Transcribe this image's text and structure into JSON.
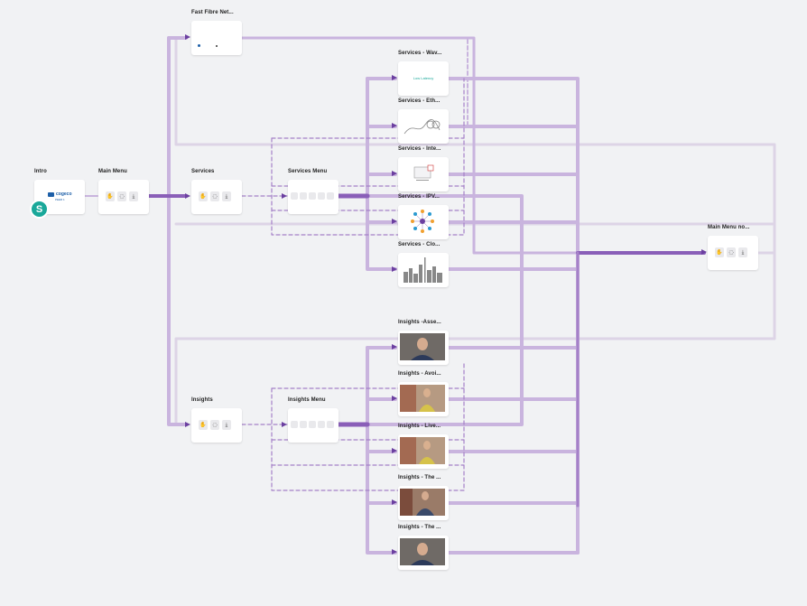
{
  "nodes": {
    "intro": {
      "title": "Intro",
      "logo_text": "cogeco",
      "sub_text": "PEER 1",
      "badge": "S"
    },
    "main_menu": {
      "title": "Main Menu"
    },
    "services": {
      "title": "Services"
    },
    "services_menu": {
      "title": "Services Menu"
    },
    "insights": {
      "title": "Insights"
    },
    "insights_menu": {
      "title": "Insights Menu"
    },
    "fast_fibre": {
      "title": "Fast Fibre Net..."
    },
    "services_wav": {
      "title": "Services - Wav...",
      "caption": "Low Latency"
    },
    "services_eth": {
      "title": "Services - Eth..."
    },
    "services_inte": {
      "title": "Services - Inte..."
    },
    "services_ipv": {
      "title": "Services - IPV..."
    },
    "services_clo": {
      "title": "Services - Clo..."
    },
    "insights_asse": {
      "title": "Insights -Asse..."
    },
    "insights_avoi": {
      "title": "Insights - Avoi..."
    },
    "insights_live": {
      "title": "Insights - Live..."
    },
    "insights_the1": {
      "title": "Insights - The ..."
    },
    "insights_the2": {
      "title": "Insights - The ..."
    },
    "main_menu_no": {
      "title": "Main Menu no..."
    }
  },
  "icons": [
    "hand-icon",
    "chat-icon",
    "download-icon"
  ],
  "colors": {
    "wire_strong": "#8a5fb8",
    "wire_light": "#c9b4de",
    "wire_faint": "#ddd4e6",
    "wire_dashed": "#a581c8",
    "accent": "#6b3fa0",
    "badge": "#1aa89a"
  }
}
